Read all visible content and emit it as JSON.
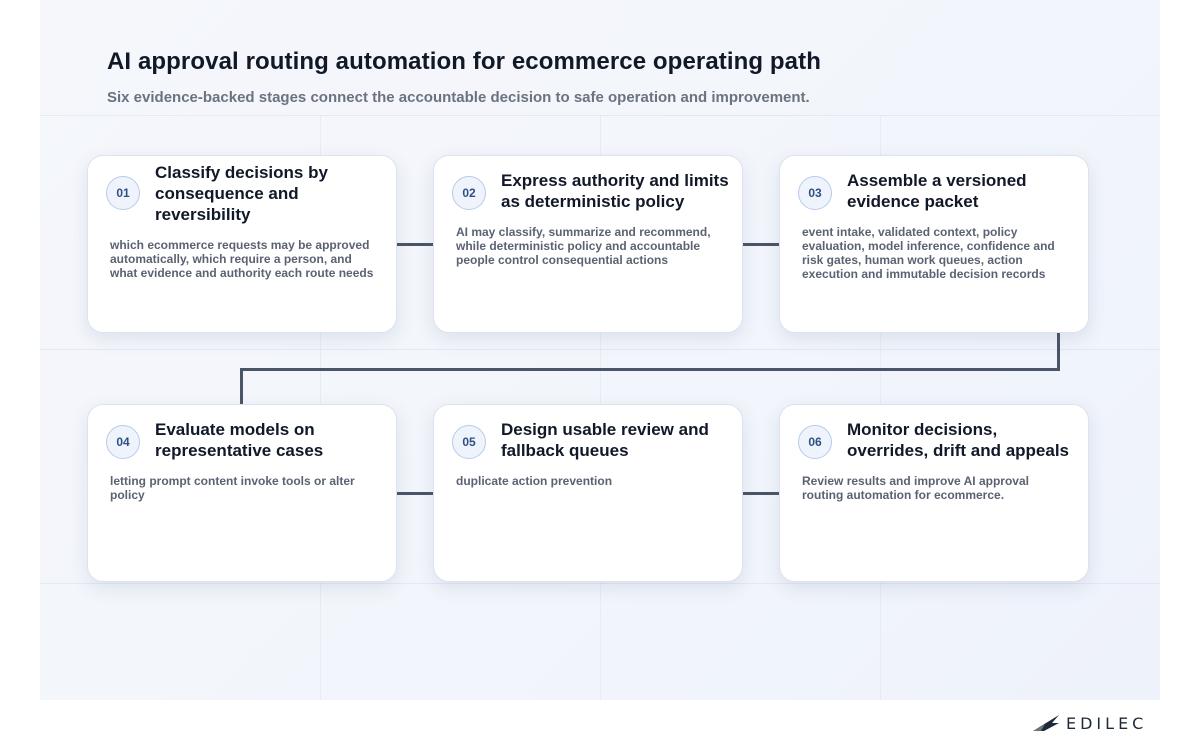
{
  "header": {
    "title": "AI approval routing automation for ecommerce operating path",
    "subtitle": "Six evidence-backed stages connect the accountable decision to safe operation and improvement."
  },
  "steps": [
    {
      "number": "01",
      "title": "Classify decisions by consequence and reversibility",
      "description": "which ecommerce requests may be approved automatically, which require a person, and what evidence and authority each route needs"
    },
    {
      "number": "02",
      "title": "Express authority and limits as deterministic policy",
      "description": "AI may classify, summarize and recommend, while deterministic policy and accountable people control consequential actions"
    },
    {
      "number": "03",
      "title": "Assemble a versioned evidence packet",
      "description": "event intake, validated context, policy evaluation, model inference, confidence and risk gates, human work queues, action execution and immutable decision records"
    },
    {
      "number": "04",
      "title": "Evaluate models on representative cases",
      "description": "letting prompt content invoke tools or alter policy"
    },
    {
      "number": "05",
      "title": "Design usable review and fallback queues",
      "description": "duplicate action prevention"
    },
    {
      "number": "06",
      "title": "Monitor decisions, overrides, drift and appeals",
      "description": "Review results and improve AI approval routing automation for ecommerce."
    }
  ],
  "brand": {
    "name": "EDILEC"
  },
  "colors": {
    "connector": "#4b5567",
    "badge_text": "#2f4f86",
    "badge_border": "#b9cbea"
  }
}
